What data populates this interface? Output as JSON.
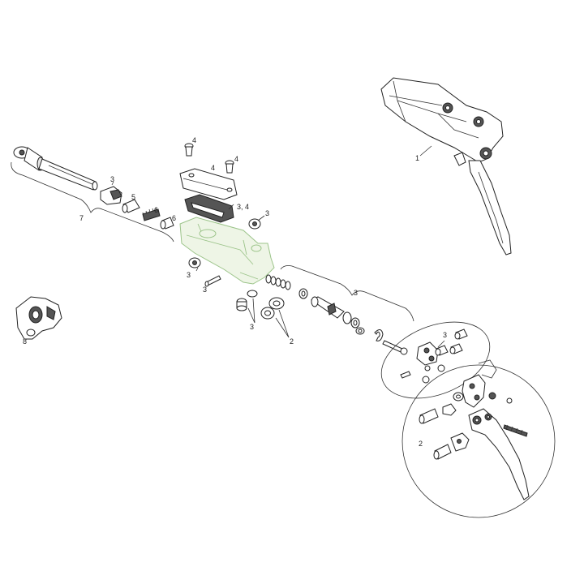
{
  "labels": {
    "l1": "1",
    "l2a": "2",
    "l2b": "2",
    "l3_caliper": "3",
    "l3_mid": "3",
    "l3_body": "3",
    "l3_piston": "3",
    "l3_group": "3",
    "l3_cam": "3",
    "l3_right": "3",
    "l34": "3, 4",
    "l4a": "4",
    "l4b": "4",
    "l4c": "4",
    "l5": "5",
    "l6a": "6",
    "l6b": "6",
    "l7": "7",
    "l8": "8"
  }
}
